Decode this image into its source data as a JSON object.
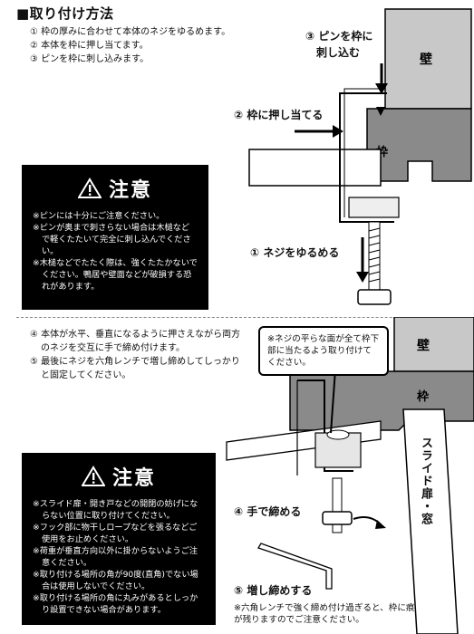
{
  "title": "■取り付け方法",
  "steps_top": [
    "① 枠の厚みに合わせて本体のネジをゆるめます。",
    "② 本体を枠に押し当てます。",
    "③ ピンを枠に刺し込みます。"
  ],
  "diagram1": {
    "label_pin_line1": "③ ピンを枠に",
    "label_pin_line2": "刺し込む",
    "label_press": "② 枠に押し当てる",
    "label_loosen": "① ネジをゆるめる",
    "wall": "壁",
    "frame": "枠"
  },
  "caution1": {
    "heading": "注意",
    "items": [
      "※ピンには十分にご注意ください。",
      "※ピンが奥まで刺さらない場合は木槌などで軽くたたいて完全に刺し込んでください。",
      "※木槌などでたたく際は、強くたたかないでください。鴨居や壁面などが破損する恐れがあります。"
    ]
  },
  "steps_bottom": [
    "④ 本体が水平、垂直になるように押さえながら両方のネジを交互に手で締め付けます。",
    "⑤ 最後にネジを六角レンチで増し締めしてしっかりと固定してください。"
  ],
  "diagram2": {
    "note": "※ネジの平らな面が全て枠下部に当たるよう取り付けてください。",
    "wall": "壁",
    "frame": "枠",
    "door": "スライド扉・窓",
    "label_hand": "④ 手で締める",
    "label_tighten": "⑤ 増し締めする",
    "bottom_note": "※六角レンチで強く締め付け過ぎると、枠に痕が残りますのでご注意ください。"
  },
  "caution2": {
    "heading": "注意",
    "items": [
      "※スライド扉・開き戸などの開閉の妨げにならない位置に取り付けてください。",
      "※フック部に物干しロープなどを張るなどご使用をお止めください。",
      "※荷重が垂直方向以外に掛からないようご注意ください。",
      "※取り付ける場所の角が90度(直角)でない場合は使用しないでください。",
      "※取り付ける場所の角に丸みがあるとしっかり設置できない場合があります。"
    ]
  },
  "colors": {
    "wall": "#c8c8c8",
    "frame": "#8a8a8a",
    "dark": "#000000"
  }
}
